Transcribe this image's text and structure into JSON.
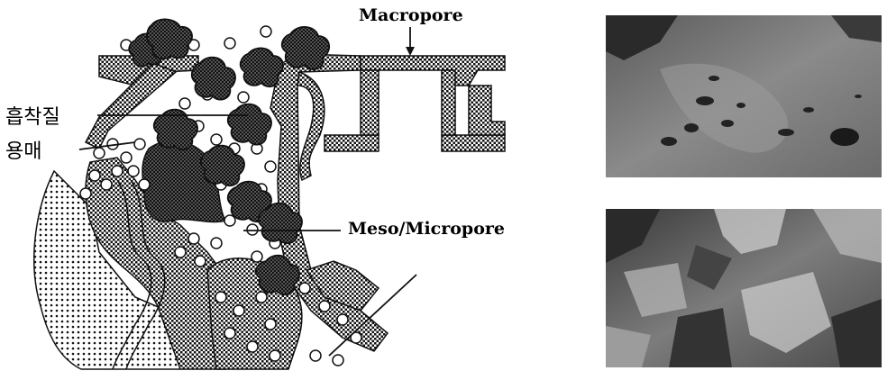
{
  "labels": {
    "macropore": "Macropore",
    "adsorbate": "흡착질",
    "solvent": "용매",
    "meso_micropore": "Meso/Micropore"
  }
}
